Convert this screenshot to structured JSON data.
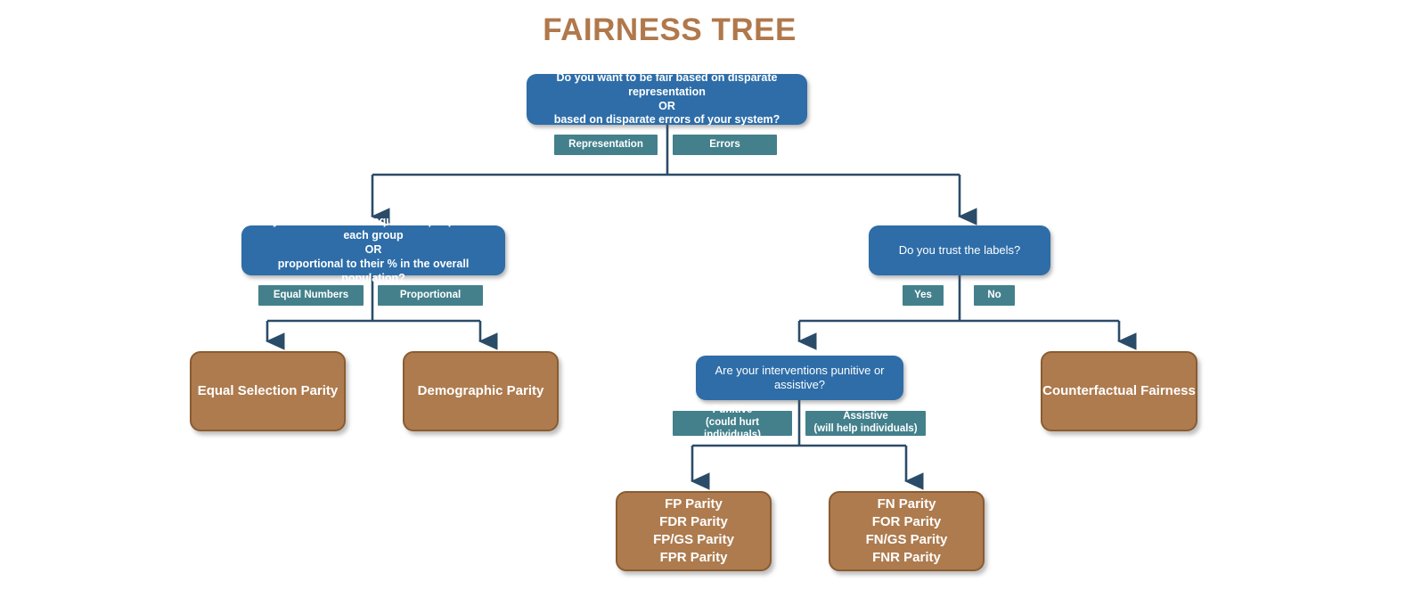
{
  "page": {
    "title": "FAIRNESS TREE",
    "title_color": "#b0784b",
    "background": "#ffffff"
  },
  "palette": {
    "decision_box": "#2e6da8",
    "leaf_box": "#ae7b4e",
    "leaf_border": "#8a5c30",
    "answer_label": "#43808c",
    "connector": "#2b4c68",
    "text": "#ffffff"
  },
  "nodes": {
    "root_question": {
      "line1": "Do you want to be fair based on disparate representation",
      "line2": "OR",
      "line3": "based on disparate errors of your system?"
    },
    "representation_question": {
      "line1": "Do you need to select equal # of people from each group",
      "line2": "OR",
      "line3": "proportional to their % in the overall population?"
    },
    "trust_labels_question": {
      "text": "Do you trust the labels?"
    },
    "intervention_question": {
      "text": "Are your interventions punitive or assistive?"
    }
  },
  "answers": {
    "representation": {
      "text": "Representation"
    },
    "errors": {
      "text": "Errors"
    },
    "equal_numbers": {
      "text": "Equal Numbers"
    },
    "proportional": {
      "text": "Proportional"
    },
    "yes": {
      "text": "Yes"
    },
    "no": {
      "text": "No"
    },
    "punitive": {
      "line1": "Punitive",
      "line2": "(could hurt individuals)"
    },
    "assistive": {
      "line1": "Assistive",
      "line2": "(will help individuals)"
    }
  },
  "leaves": {
    "equal_selection_parity": {
      "text": "Equal Selection Parity"
    },
    "demographic_parity": {
      "text": "Demographic Parity"
    },
    "counterfactual_fairness": {
      "text": "Counterfactual Fairness"
    },
    "punitive_metrics": {
      "line1": "FP Parity",
      "line2": "FDR Parity",
      "line3": "FP/GS Parity",
      "line4": "FPR Parity"
    },
    "assistive_metrics": {
      "line1": "FN Parity",
      "line2": "FOR Parity",
      "line3": "FN/GS Parity",
      "line4": "FNR Parity"
    }
  }
}
